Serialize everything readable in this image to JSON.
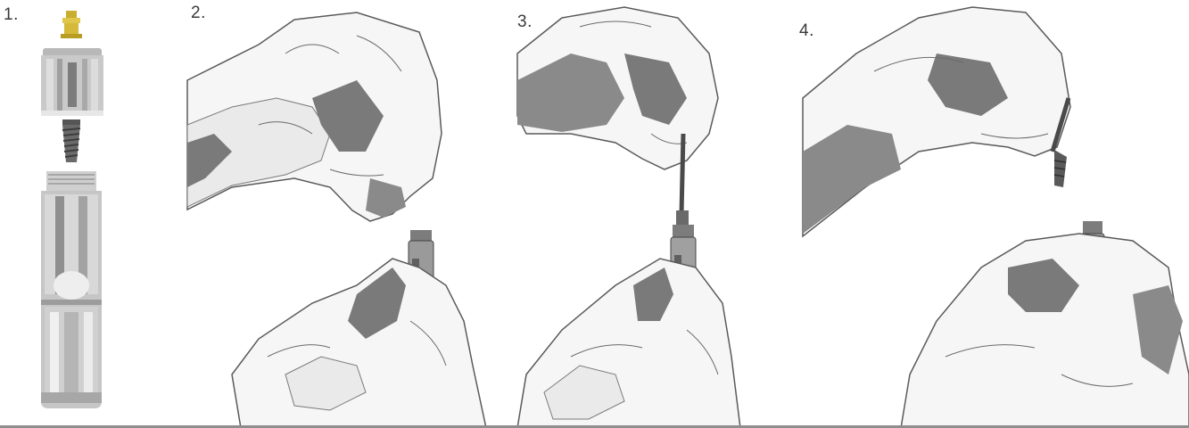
{
  "steps": [
    {
      "number": "1."
    },
    {
      "number": "2."
    },
    {
      "number": "3."
    },
    {
      "number": "4."
    }
  ],
  "colors": {
    "shadow": "#7a7a7a",
    "hand_light": "#f7f7f7",
    "outline": "#555555",
    "component_gray": "#a9a9a9",
    "component_dark": "#6a6a6a",
    "gold_abutment": "#d4b93a",
    "bottom_rule": "#8e8e8e"
  },
  "icons": [
    "exploded-implant-kit-illustration",
    "hand-illustration",
    "implant-holder-icon",
    "screwdriver-icon"
  ]
}
